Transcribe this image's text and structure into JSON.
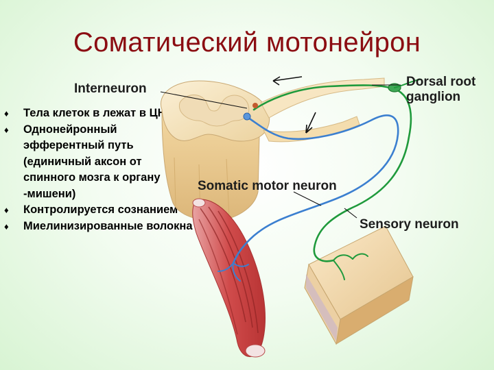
{
  "slide": {
    "title": "Соматический мотонейрон",
    "bullets": [
      "Тела клеток в лежат в ЦНС",
      "Однонейронный эфферентный путь (единичный аксон от спинного мозга к органу -мишени)",
      "Контролируется сознанием",
      "Миелинизированные волокна"
    ],
    "bullet_icon": "diamond-bullet"
  },
  "diagram": {
    "labels": {
      "interneuron": "Interneuron",
      "dorsal_root": "Dorsal root",
      "ganglion": "ganglion",
      "somatic_motor": "Somatic motor neuron",
      "sensory": "Sensory neuron"
    },
    "colors": {
      "title": "#8b0d12",
      "motor_neuron": "#3b7fd0",
      "sensory_neuron": "#1f9a3c",
      "muscle": "#cc4a4a",
      "spinal_cord": "#f1d9a8"
    }
  }
}
